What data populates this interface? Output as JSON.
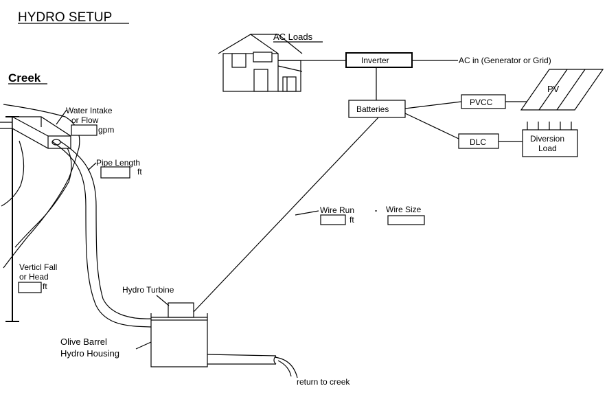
{
  "title": "HYDRO SETUP",
  "creek_label": "Creek",
  "labels": {
    "water_intake": [
      "Water Intake",
      "or Flow"
    ],
    "gpm": "gpm",
    "pipe_length": "Pipe Length",
    "pipe_unit": "ft",
    "vertical_fall": [
      "Verticl Fall",
      "or Head"
    ],
    "fall_unit": "ft",
    "hydro_turbine": "Hydro Turbine",
    "housing": [
      "Olive Barrel",
      "Hydro Housing"
    ],
    "return": "return to creek",
    "wire_run": "Wire Run",
    "wire_unit": "ft",
    "wire_size": "Wire Size",
    "ac_loads": "AC Loads",
    "ac_in": "AC in (Generator or Grid)",
    "pv": "PV",
    "diversion_load": [
      "Diversion",
      "Load"
    ]
  },
  "components": {
    "inverter": "Inverter",
    "batteries": "Batteries",
    "pvcc": "PVCC",
    "dlc": "DLC"
  },
  "inputs": {
    "flow_gpm": "",
    "pipe_length_ft": "",
    "head_ft": "",
    "wire_run_ft": "",
    "wire_size": ""
  }
}
